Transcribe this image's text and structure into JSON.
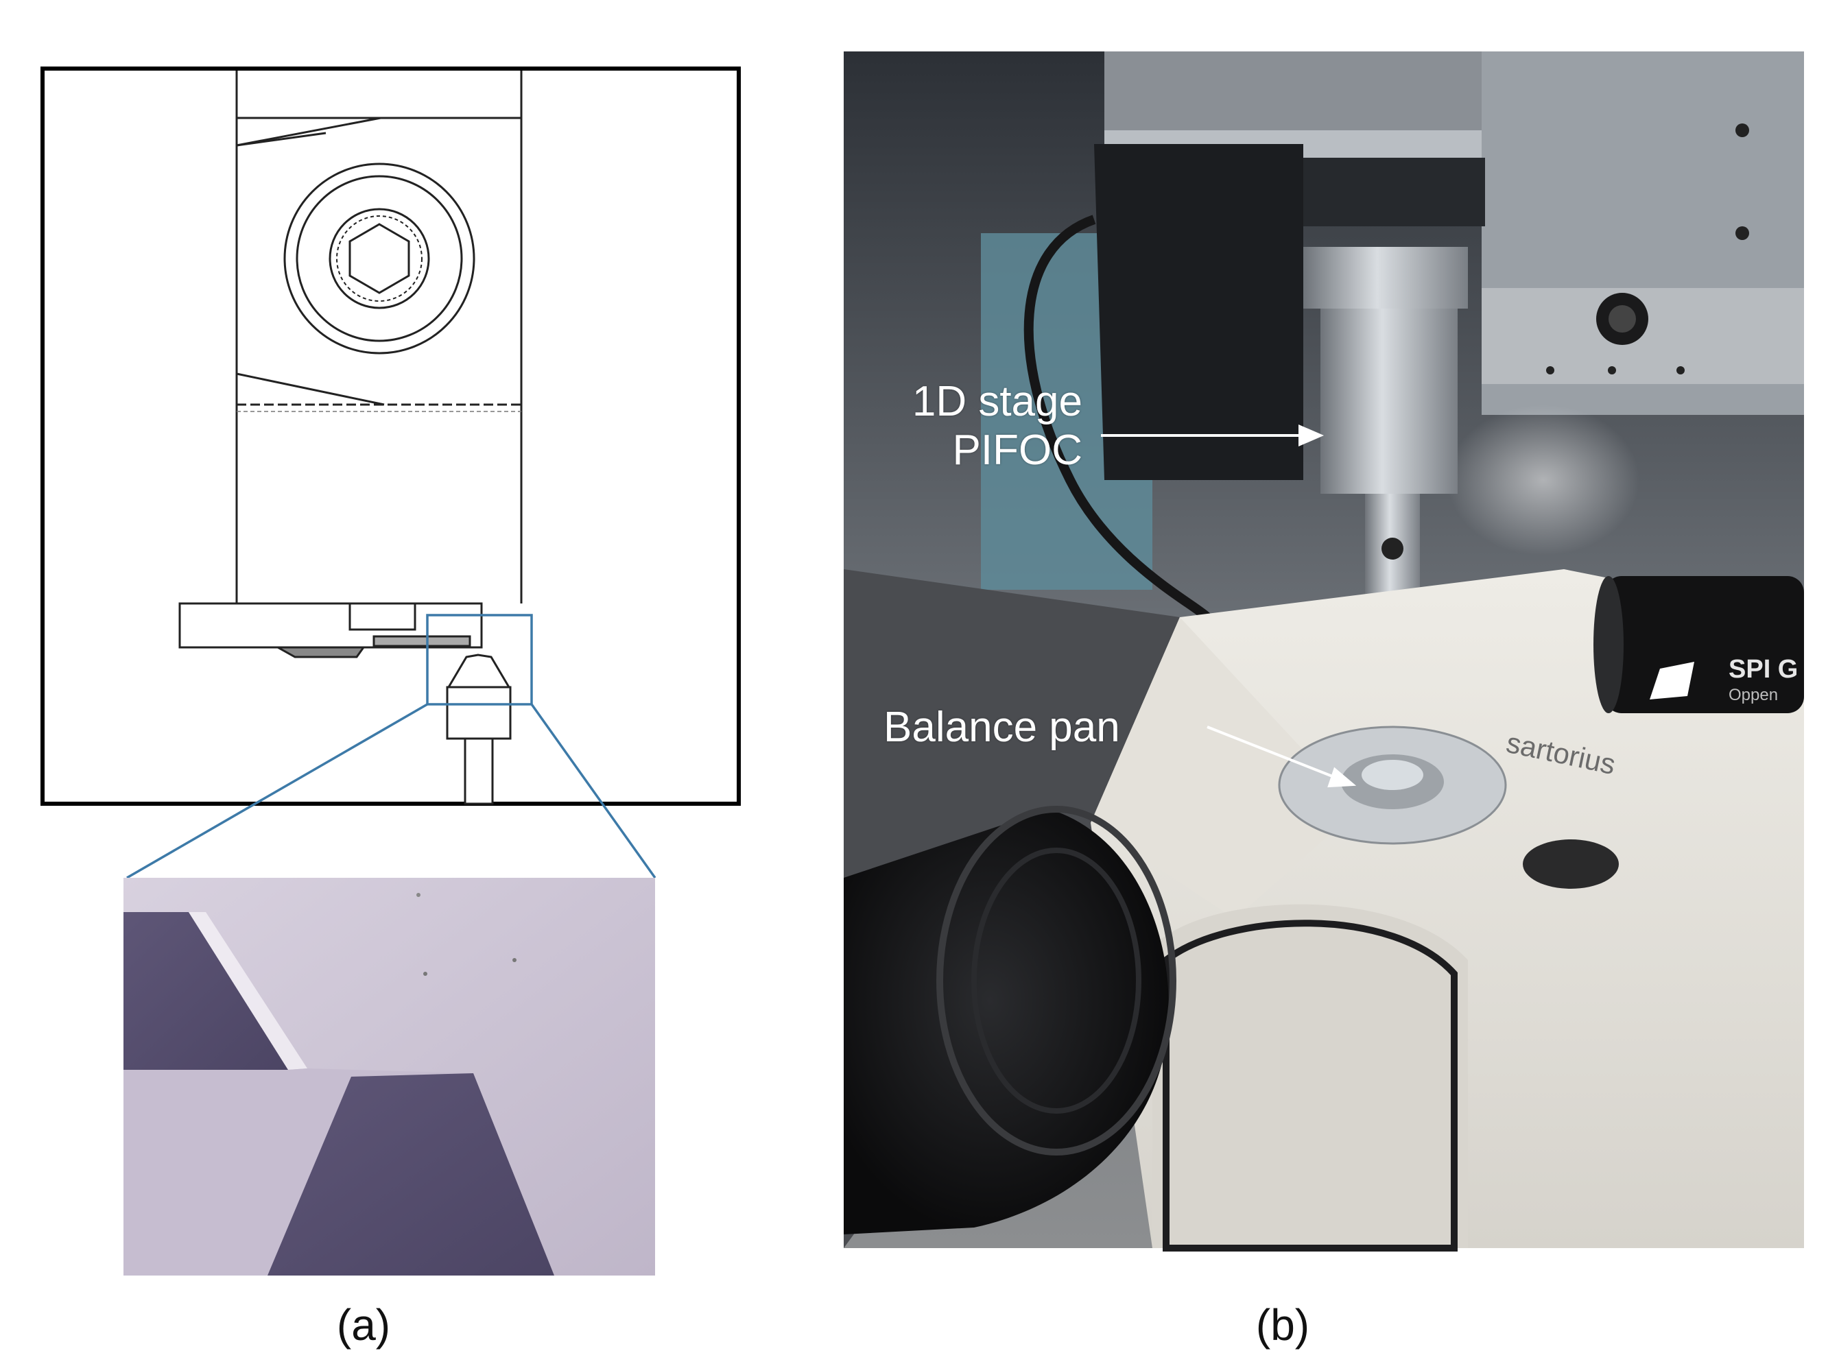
{
  "panels": {
    "a": {
      "caption": "(a)"
    },
    "b": {
      "caption": "(b)",
      "labels": {
        "stage_line1": "1D stage",
        "stage_line2": "PIFOC",
        "balance_pan": "Balance pan"
      },
      "printed_text": {
        "balance_brand": "sartorius",
        "tube_brand": "SPI G",
        "tube_sub": "Oppen"
      }
    }
  }
}
